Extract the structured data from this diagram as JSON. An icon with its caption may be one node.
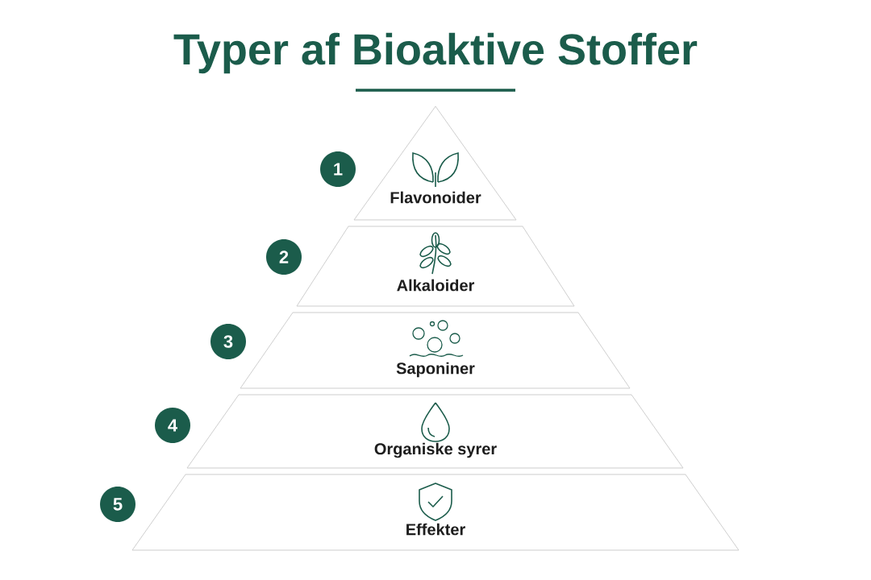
{
  "diagram": {
    "title": "Typer af Bioaktive Stoffer",
    "nodes": [
      {
        "text": [
          "1"
        ]
      },
      {
        "text": [
          "Flavonoider"
        ]
      },
      {
        "text": [
          "2"
        ]
      },
      {
        "text": [
          "Alkaloider"
        ]
      },
      {
        "text": [
          "3"
        ]
      },
      {
        "text": [
          "Saponiner"
        ]
      },
      {
        "text": [
          "4"
        ]
      },
      {
        "text": [
          "Organiske syrer"
        ]
      },
      {
        "text": [
          "5"
        ]
      },
      {
        "text": [
          "Effekter"
        ]
      }
    ]
  }
}
